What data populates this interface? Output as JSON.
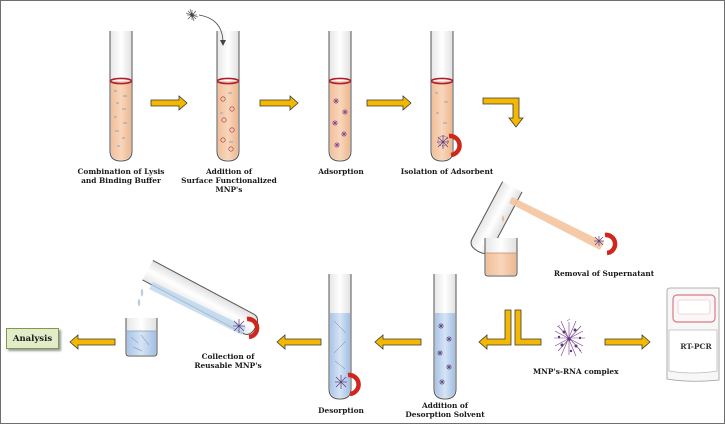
{
  "labels": {
    "step1": [
      "Combination of Lysis",
      "and Binding Buffer"
    ],
    "step2": [
      "Addition of",
      "Surface Functionalized",
      "MNP's"
    ],
    "step3": [
      "Adsorption"
    ],
    "step4": [
      "Isolation of Adsorbent"
    ],
    "step5": [
      "Removal of Supernatant"
    ],
    "step6": [
      "MNP's-RNA complex"
    ],
    "step7": [
      "Addition of",
      "Desorption Solvent"
    ],
    "step8": [
      "Desorption"
    ],
    "step9": [
      "Collection  of",
      "Reusable MNP's"
    ]
  },
  "analysis_label": "Analysis",
  "instrument_label": "RT-PCR",
  "colors": {
    "peach_liquid": "#f4c7a3",
    "blue_liquid": "#b9d1ec",
    "arrow_fill": "#f5b800",
    "arrow_stroke": "#3a3a3a",
    "tube_rim": "#b01e2f",
    "magnet": "#d0261c",
    "particle": "#8a3a9a"
  }
}
